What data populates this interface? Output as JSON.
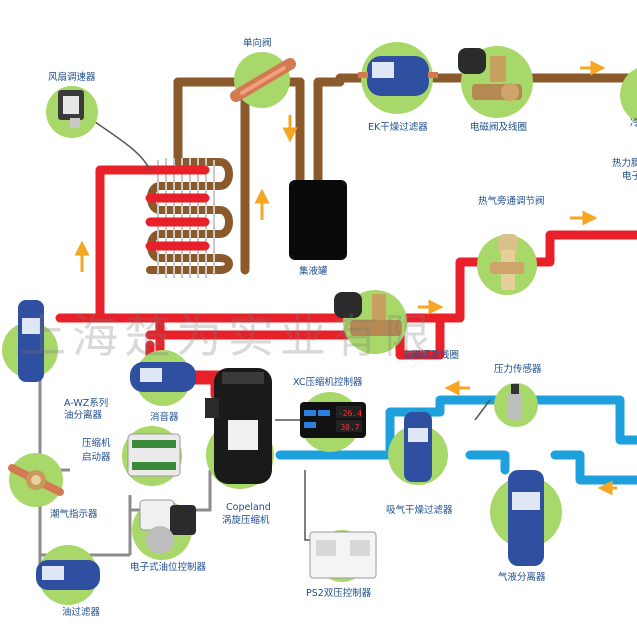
{
  "labels": {
    "fan_speed_controller": "风扇调速器",
    "check_valve": "单向阀",
    "ek_filter_drier": "EK干燥过滤器",
    "solenoid_valve_coil_top": "电磁阀及线圈",
    "thermal_expansion_partial": "热力膨",
    "electronic_partial": "电子",
    "hot_gas_bypass_valve": "热气旁通调节阀",
    "receiver": "集液罐",
    "solenoid_valve_coil_mid": "电磁阀及线圈",
    "oil_separator_line1": "A-WZ系列",
    "oil_separator_line2": "油分离器",
    "muffler": "消音器",
    "xc_controller": "XC压缩机控制器",
    "pressure_sensor": "压力传感器",
    "compressor_starter_line1": "压缩机",
    "compressor_starter_line2": "启动器",
    "sight_glass": "潮气指示器",
    "copeland_line1": "Copeland",
    "copeland_line2": "涡旋压缩机",
    "suction_filter_drier": "吸气干燥过滤器",
    "electronic_oil_level_controller": "电子式油位控制器",
    "ps2_controller": "PS2双压控制器",
    "accumulator": "气液分离器",
    "oil_filter": "油过滤器",
    "right_edge_top": "冷"
  },
  "watermark": "上海楚为实业有限",
  "controller_display": {
    "top": "-26.4",
    "bottom": "30.7"
  },
  "colors": {
    "liquid_line": "#8a5a2b",
    "discharge_line": "#e8202a",
    "suction_line": "#1ea0dc",
    "component_bg": "#a8d76a",
    "arrow": "#f5a623",
    "label": "#1f4e8c"
  }
}
